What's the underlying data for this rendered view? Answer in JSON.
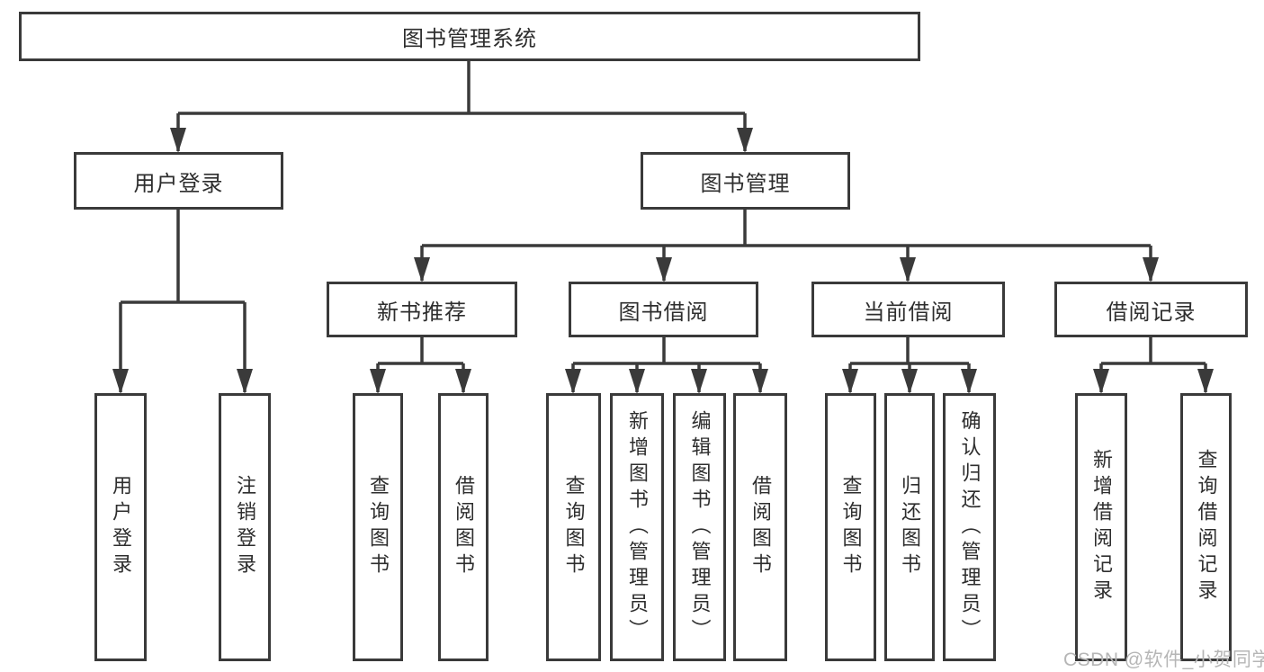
{
  "colors": {
    "line": "#3a3a3a",
    "box_border": "#3a3a3a",
    "text": "#2e2e2e",
    "watermark": "#b6b6b6",
    "background": "#ffffff"
  },
  "tree": {
    "label": "图书管理系统",
    "children": [
      {
        "label": "用户登录",
        "children": [
          {
            "label": "用户登录"
          },
          {
            "label": "注销登录"
          }
        ]
      },
      {
        "label": "图书管理",
        "children": [
          {
            "label": "新书推荐",
            "children": [
              {
                "label": "查询图书"
              },
              {
                "label": "借阅图书"
              }
            ]
          },
          {
            "label": "图书借阅",
            "children": [
              {
                "label": "查询图书"
              },
              {
                "label": "新增图书（管理员）"
              },
              {
                "label": "编辑图书（管理员）"
              },
              {
                "label": "借阅图书"
              }
            ]
          },
          {
            "label": "当前借阅",
            "children": [
              {
                "label": "查询图书"
              },
              {
                "label": "归还图书"
              },
              {
                "label": "确认归还（管理员）"
              }
            ]
          },
          {
            "label": "借阅记录",
            "children": [
              {
                "label": "新增借阅记录"
              },
              {
                "label": "查询借阅记录"
              }
            ]
          }
        ]
      }
    ]
  },
  "watermark": "CSDN @软件_小贺同学"
}
